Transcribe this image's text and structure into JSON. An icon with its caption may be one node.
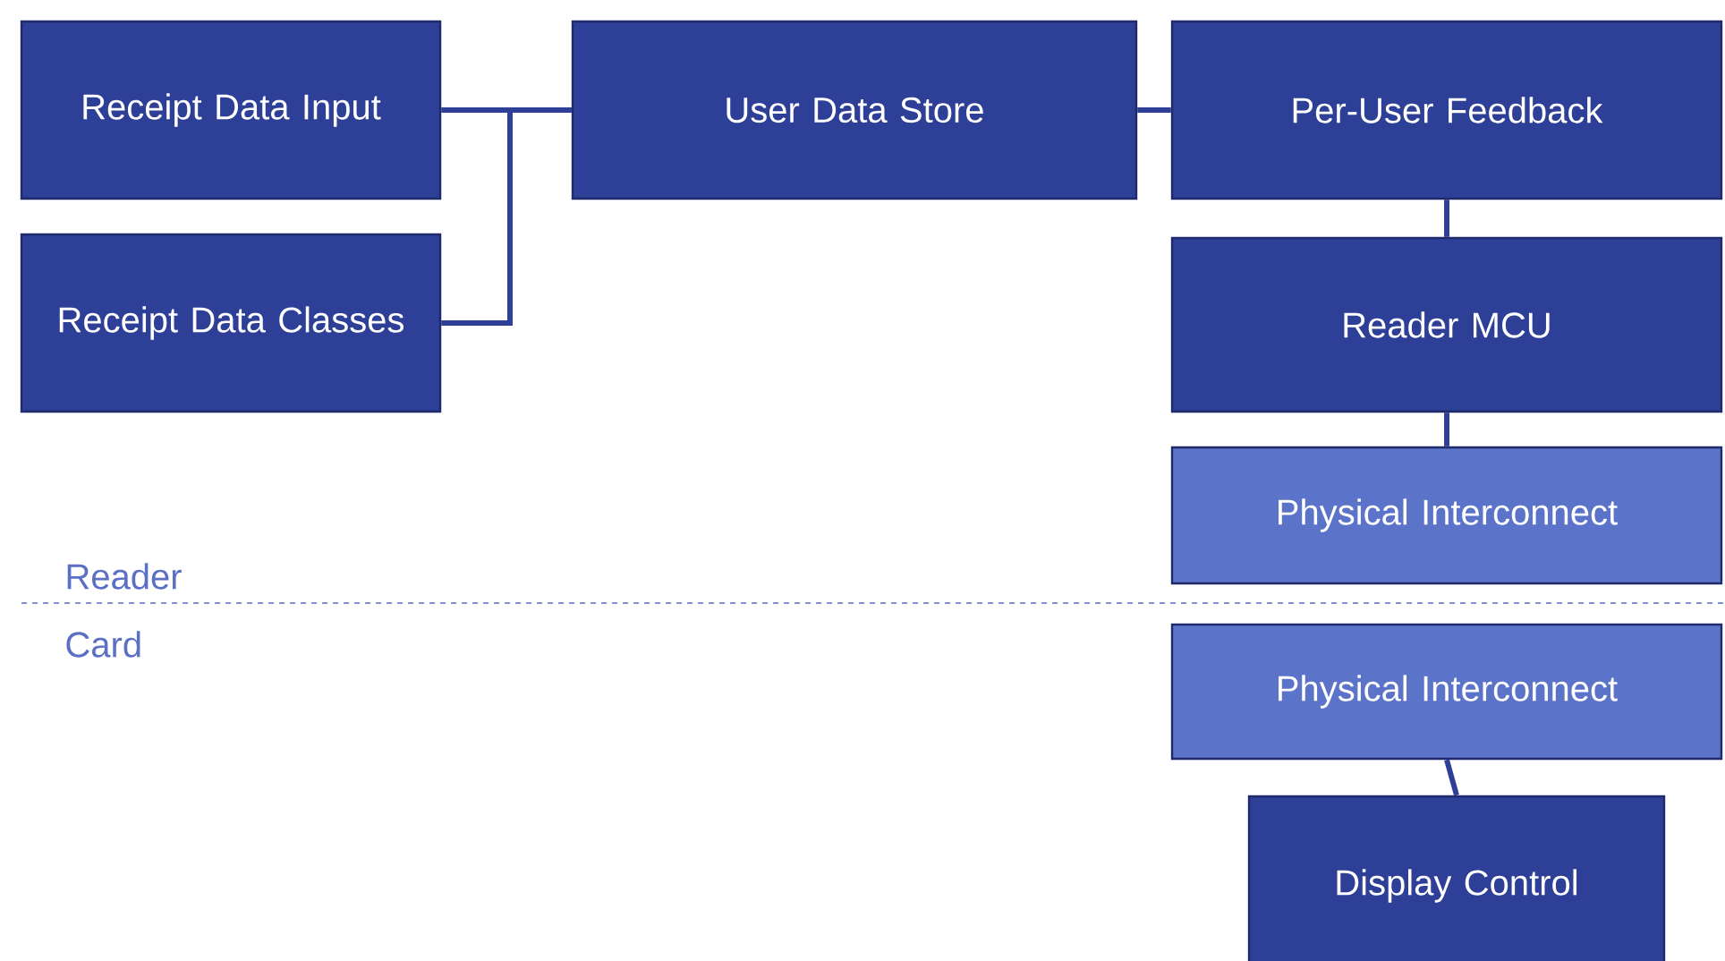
{
  "diagram": {
    "nodes": [
      {
        "text": [
          "Receipt Data Input"
        ]
      },
      {
        "text": [
          "Receipt Data Classes"
        ]
      },
      {
        "text": [
          "User Data Store"
        ]
      },
      {
        "text": [
          "Per-User Feedback"
        ]
      },
      {
        "text": [
          "Reader MCU"
        ]
      },
      {
        "text": [
          "Physical Interconnect"
        ]
      },
      {
        "text": [
          "Physical Interconnect"
        ]
      },
      {
        "text": [
          "Display Control"
        ]
      }
    ],
    "edges": [
      {
        "from": 0,
        "to": 2,
        "arrow": "none"
      },
      {
        "from": 1,
        "to": 2,
        "arrow": "none"
      },
      {
        "from": 2,
        "to": 3,
        "arrow": "none"
      },
      {
        "from": 3,
        "to": 4,
        "arrow": "none"
      },
      {
        "from": 4,
        "to": 5,
        "arrow": "none"
      },
      {
        "from": 6,
        "to": 7,
        "arrow": "none"
      }
    ],
    "labels": [
      "Reader",
      "Card"
    ]
  }
}
